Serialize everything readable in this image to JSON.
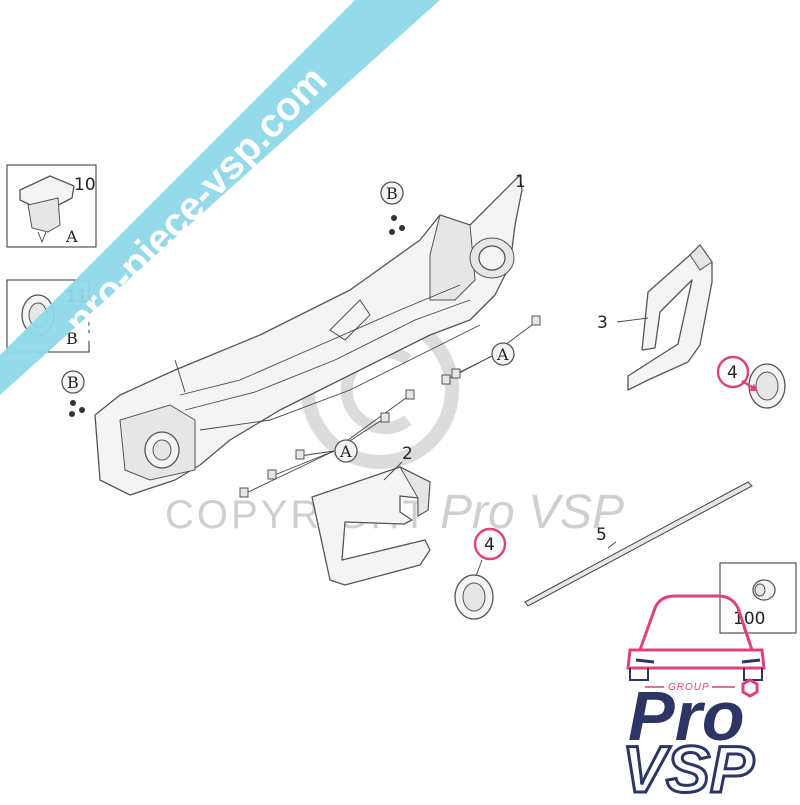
{
  "watermark": {
    "banner": "pro-piece-vsp.com",
    "copyright": "COPYRIGHT",
    "brand": "Pro VSP"
  },
  "callouts": {
    "p1": "1",
    "p2": "2",
    "p3": "3",
    "p4_right": "4",
    "p4_left": "4",
    "p5": "5",
    "p10": "10",
    "p11": "11",
    "p100": "100"
  },
  "refs": {
    "a1": "A",
    "a2": "A",
    "b1": "B",
    "b2": "B",
    "box_a": "A",
    "box_b": "B"
  },
  "logo": {
    "group": "GROUP",
    "pro": "Pro",
    "vsp": "VSP"
  },
  "colors": {
    "banner": "#8fd8ea",
    "highlight": "#e0407b",
    "logo_navy": "#2c3563",
    "logo_pink": "#e0407b"
  }
}
